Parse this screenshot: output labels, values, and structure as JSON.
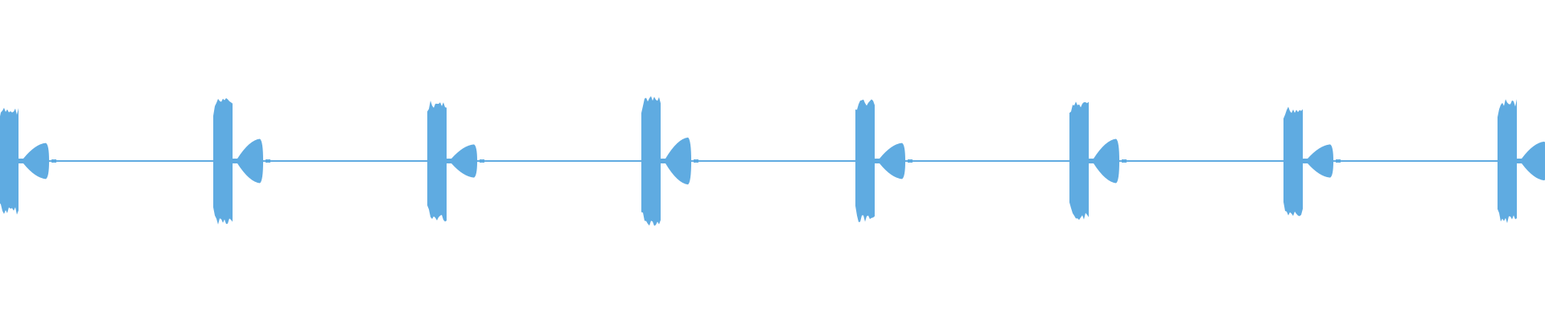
{
  "waveform": {
    "color": "#5fabe1",
    "background": "#ffffff",
    "bursts": [
      {
        "peak": 0.72,
        "tail": 0.26
      },
      {
        "peak": 0.86,
        "tail": 0.32
      },
      {
        "peak": 0.82,
        "tail": 0.24
      },
      {
        "peak": 0.88,
        "tail": 0.34
      },
      {
        "peak": 0.84,
        "tail": 0.26
      },
      {
        "peak": 0.8,
        "tail": 0.32
      },
      {
        "peak": 0.74,
        "tail": 0.24
      },
      {
        "peak": 0.84,
        "tail": 0.28
      }
    ]
  }
}
